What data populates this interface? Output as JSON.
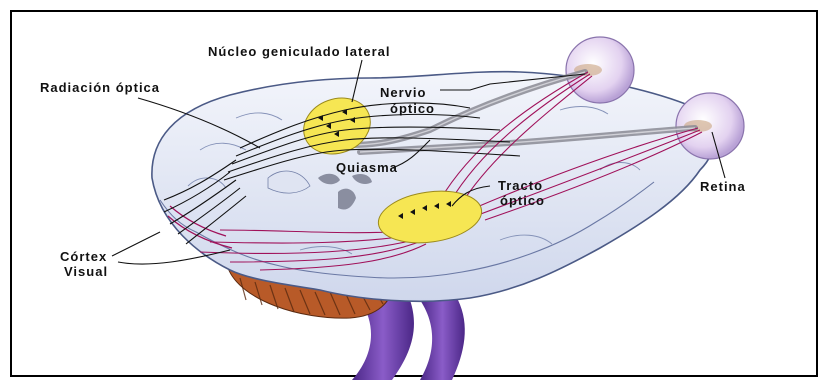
{
  "labels": {
    "nucleo": "Núcleo geniculado lateral",
    "radiacion": "Radiación óptica",
    "nervio_1": "Nervio",
    "nervio_2": "óptico",
    "quiasma": "Quiasma",
    "tracto_1": "Tracto",
    "tracto_2": "óptico",
    "retina": "Retina",
    "cortex_1": "Córtex",
    "cortex_2": "Visual"
  },
  "colors": {
    "brain_fill": "#e9edf7",
    "brain_stroke": "#4b5a86",
    "nucleus_fill": "#f6e653",
    "tract": "#a0115a",
    "nerve": "#6f6f7a",
    "eye": "#e8d8f2",
    "cerebellum": "#b85a28",
    "brainstem": "#6a3ea0"
  }
}
